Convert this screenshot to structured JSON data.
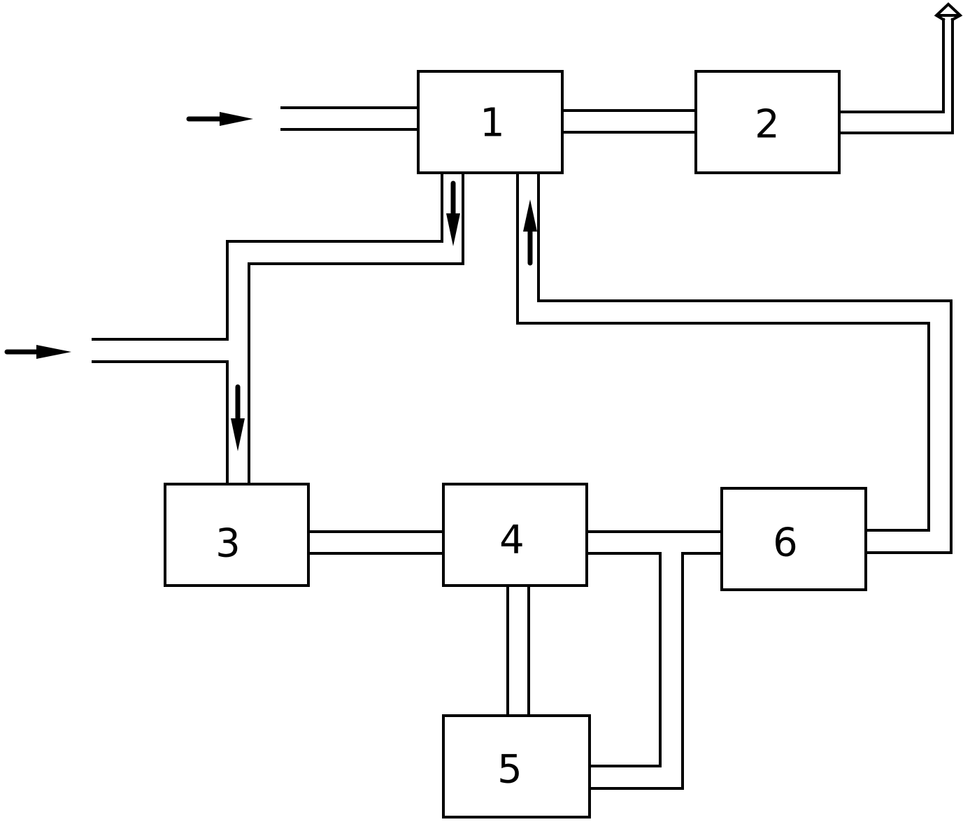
{
  "diagram": {
    "blocks": [
      {
        "id": "1",
        "label": "1"
      },
      {
        "id": "2",
        "label": "2"
      },
      {
        "id": "3",
        "label": "3"
      },
      {
        "id": "4",
        "label": "4"
      },
      {
        "id": "5",
        "label": "5"
      },
      {
        "id": "6",
        "label": "6"
      }
    ],
    "connections": [
      {
        "from": "inlet-top",
        "to": "1"
      },
      {
        "from": "1",
        "to": "2"
      },
      {
        "from": "2",
        "to": "outlet"
      },
      {
        "from": "1",
        "to": "3"
      },
      {
        "from": "inlet-left",
        "to": "3"
      },
      {
        "from": "3",
        "to": "4"
      },
      {
        "from": "4",
        "to": "5"
      },
      {
        "from": "4",
        "to": "6"
      },
      {
        "from": "5",
        "to": "6"
      },
      {
        "from": "6",
        "to": "1"
      }
    ],
    "icons": [
      "flow-arrow-icon",
      "hollow-up-arrow-icon"
    ],
    "colors": {
      "line": "#000000",
      "background": "#ffffff"
    }
  }
}
